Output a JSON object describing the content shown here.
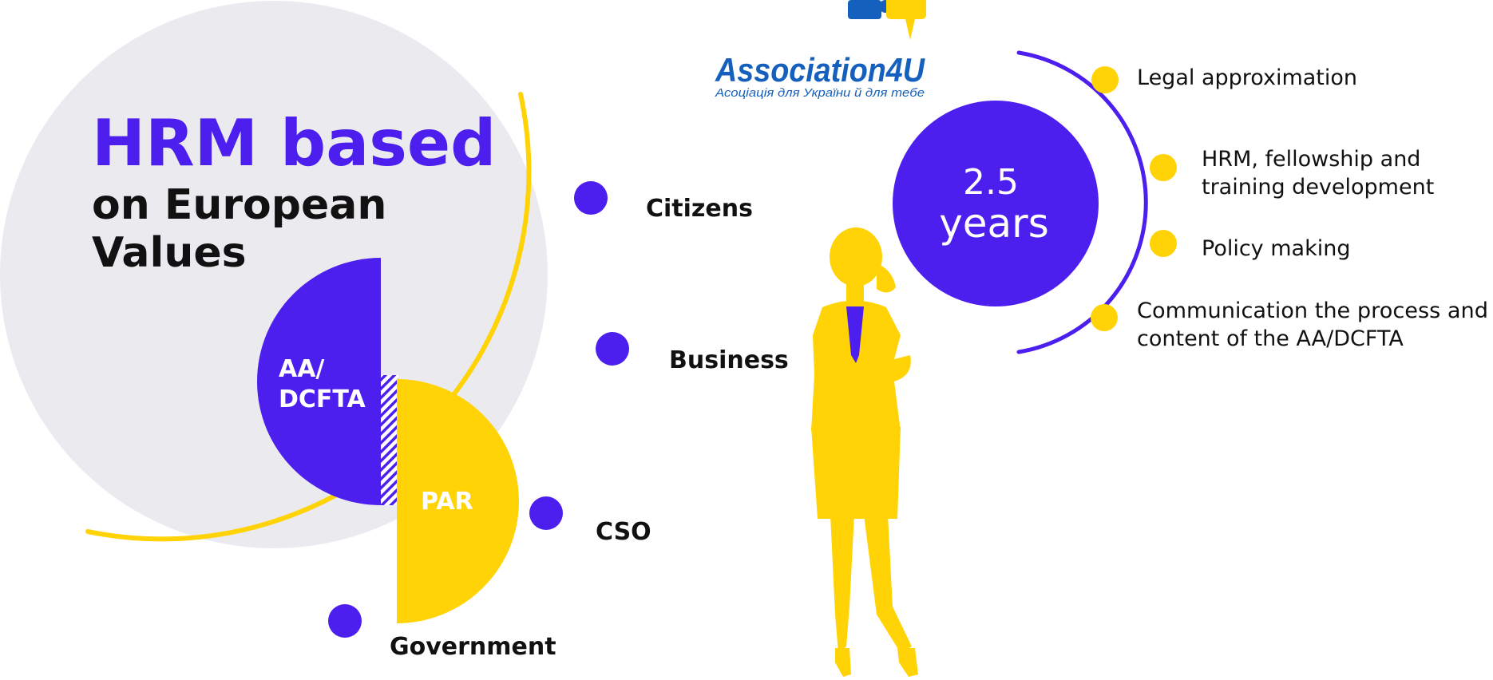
{
  "colors": {
    "purple": "#4C1FEF",
    "yellow": "#FFD305",
    "grey_circle": "#EBEAEF",
    "black": "#111111",
    "logo_blue": "#1560BD",
    "white": "#FFFFFF"
  },
  "title": {
    "line1": "HRM based",
    "line2": "on European",
    "line3": "Values"
  },
  "semicircles": {
    "left_label_line1": "AA/",
    "left_label_line2": "DCFTA",
    "right_label": "PAR"
  },
  "stakeholders": [
    {
      "label": "Citizens"
    },
    {
      "label": "Business"
    },
    {
      "label": "CSO"
    },
    {
      "label": "Government"
    }
  ],
  "logo": {
    "name": "Association4U",
    "tagline": "Асоціація для України й для тебе",
    "icon": "puzzle-speech-bubble-icon"
  },
  "duration": {
    "line1": "2.5",
    "line2": "years"
  },
  "components": [
    {
      "lines": [
        "Legal approximation"
      ]
    },
    {
      "lines": [
        "HRM, fellowship and",
        "training development"
      ]
    },
    {
      "lines": [
        "Policy making"
      ]
    },
    {
      "lines": [
        "Communication the process and",
        "content of the AA/DCFTA"
      ]
    }
  ],
  "figure": {
    "icon": "businesswoman-silhouette-icon"
  }
}
